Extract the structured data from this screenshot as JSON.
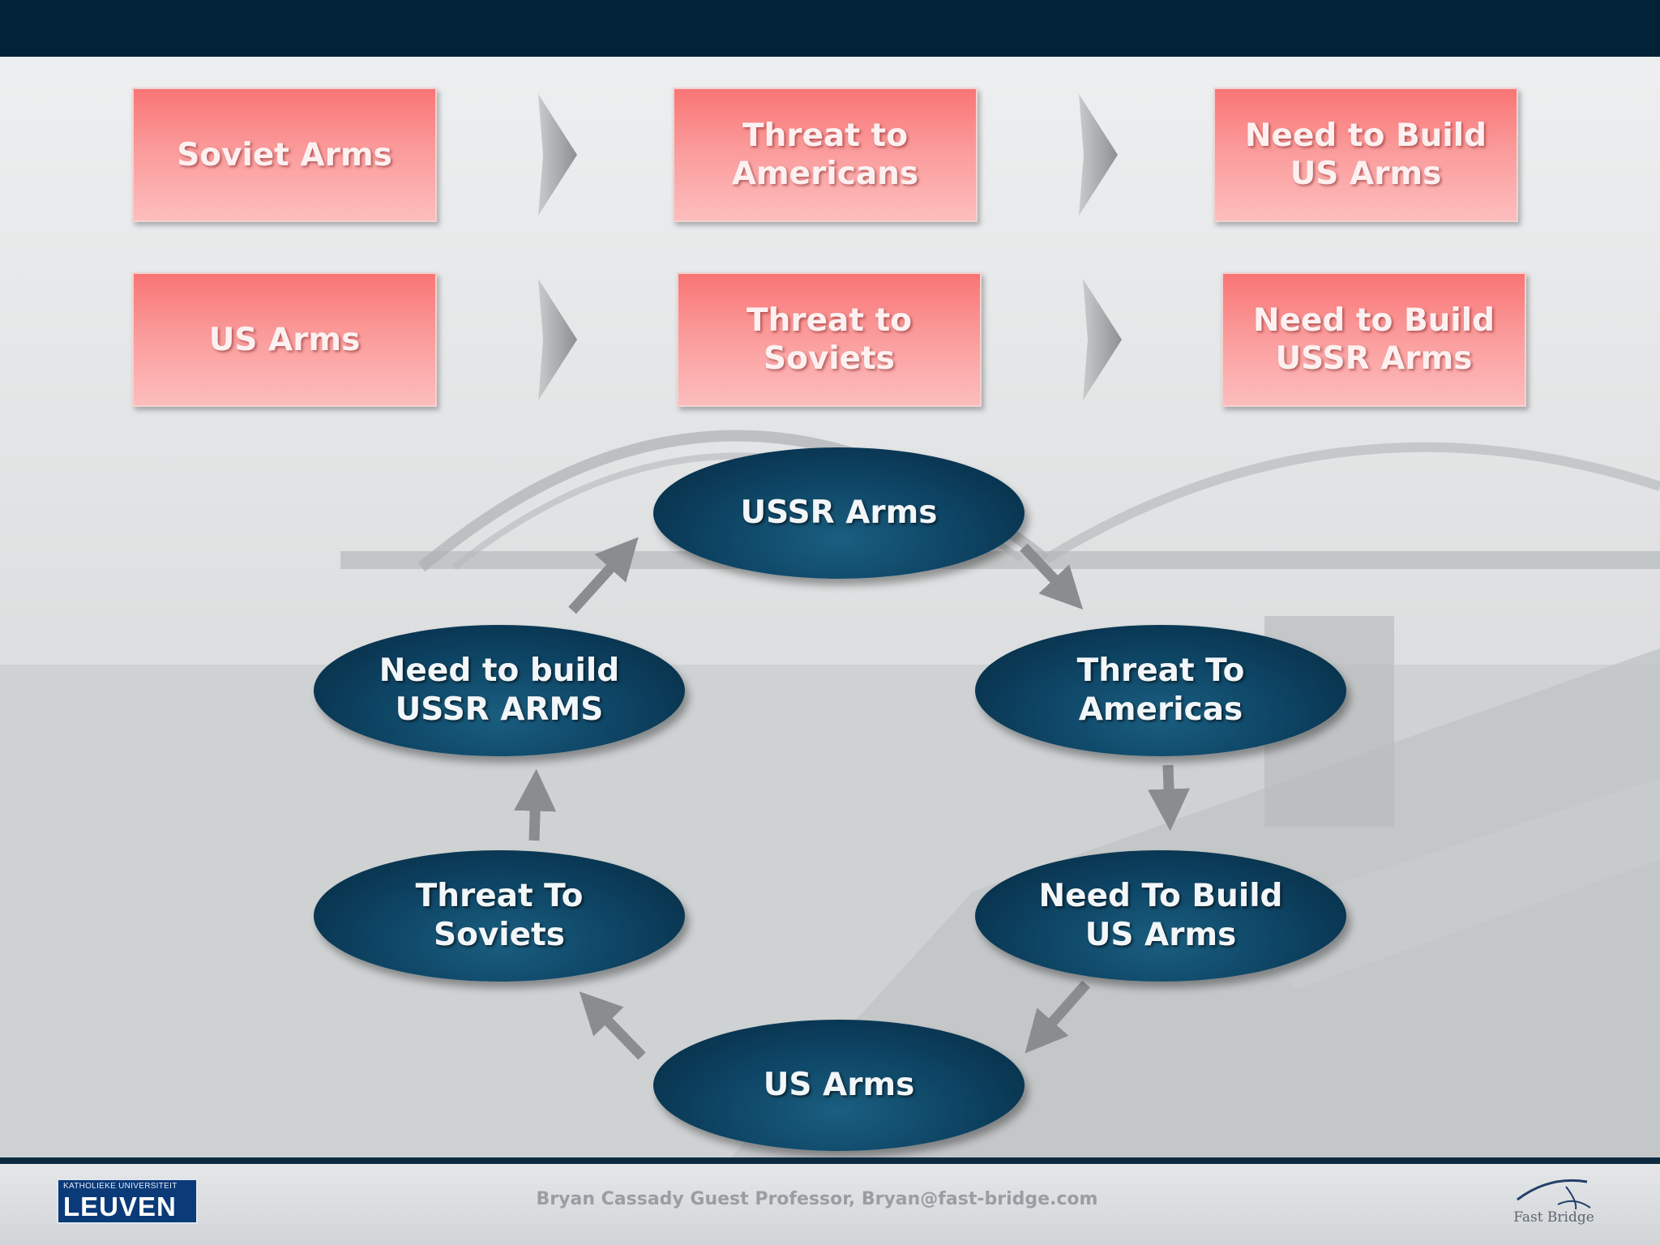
{
  "top_rows": [
    {
      "boxes": [
        "Soviet Arms",
        "Threat to\nAmericans",
        "Need to Build\nUS Arms"
      ]
    },
    {
      "boxes": [
        "US Arms",
        "Threat to\nSoviets",
        "Need to Build\nUSSR Arms"
      ]
    }
  ],
  "cycle": {
    "ussr_arms": "USSR Arms",
    "threat_to_americas": "Threat To\nAmericas",
    "need_build_us_arms": "Need To Build\nUS Arms",
    "us_arms": "US Arms",
    "threat_to_soviets": "Threat To\nSoviets",
    "need_build_ussr_arms": "Need to build\nUSSR ARMS"
  },
  "footer": {
    "university_small": "KATHOLIEKE UNIVERSITEIT",
    "university_name": "LEUVEN",
    "credit": "Bryan Cassady Guest Professor, Bryan@fast-bridge.com",
    "brand": "Fast Bridge"
  },
  "colors": {
    "top_bar": "#022237",
    "box_pink": "#fb9c9c",
    "ellipse_navy": "#0e4565",
    "arrow_gray": "#8a8d90"
  }
}
